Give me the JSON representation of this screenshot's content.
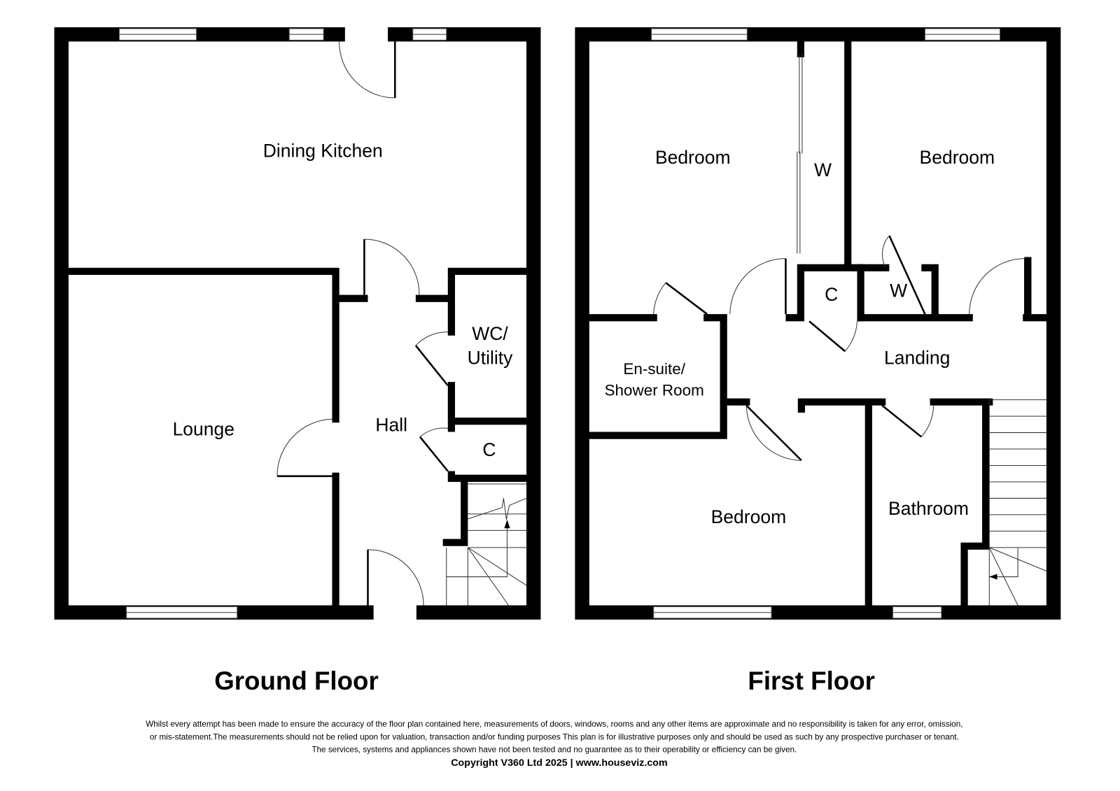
{
  "ground_floor": {
    "title": "Ground Floor",
    "rooms": {
      "dining_kitchen": "Dining Kitchen",
      "lounge": "Lounge",
      "hall": "Hall",
      "wc_line1": "WC/",
      "wc_line2": "Utility",
      "cupboard": "C"
    }
  },
  "first_floor": {
    "title": "First Floor",
    "rooms": {
      "bedroom_1": "Bedroom",
      "bedroom_2": "Bedroom",
      "bedroom_3": "Bedroom",
      "wardrobe_1": "W",
      "wardrobe_2": "W",
      "cupboard": "C",
      "landing": "Landing",
      "ensuite_line1": "En-suite/",
      "ensuite_line2": "Shower Room",
      "bathroom": "Bathroom"
    }
  },
  "footer": {
    "disclaimer_1": "Whilst every attempt has been made to ensure the accuracy of the floor plan contained here, measurements of doors, windows, rooms and any other items are approximate and no responsibility is taken for any error, omission,",
    "disclaimer_2": "or mis-statement.The measurements should not be relied upon for valuation, transaction and/or funding purposes This plan is for illustrative purposes only and should be used as such by any prospective purchaser or tenant.",
    "disclaimer_3": "The services, systems and appliances shown have not been tested and no guarantee as to their operability or efficiency can be given.",
    "copyright": "Copyright V360 Ltd 2025 | www.houseviz.com"
  }
}
